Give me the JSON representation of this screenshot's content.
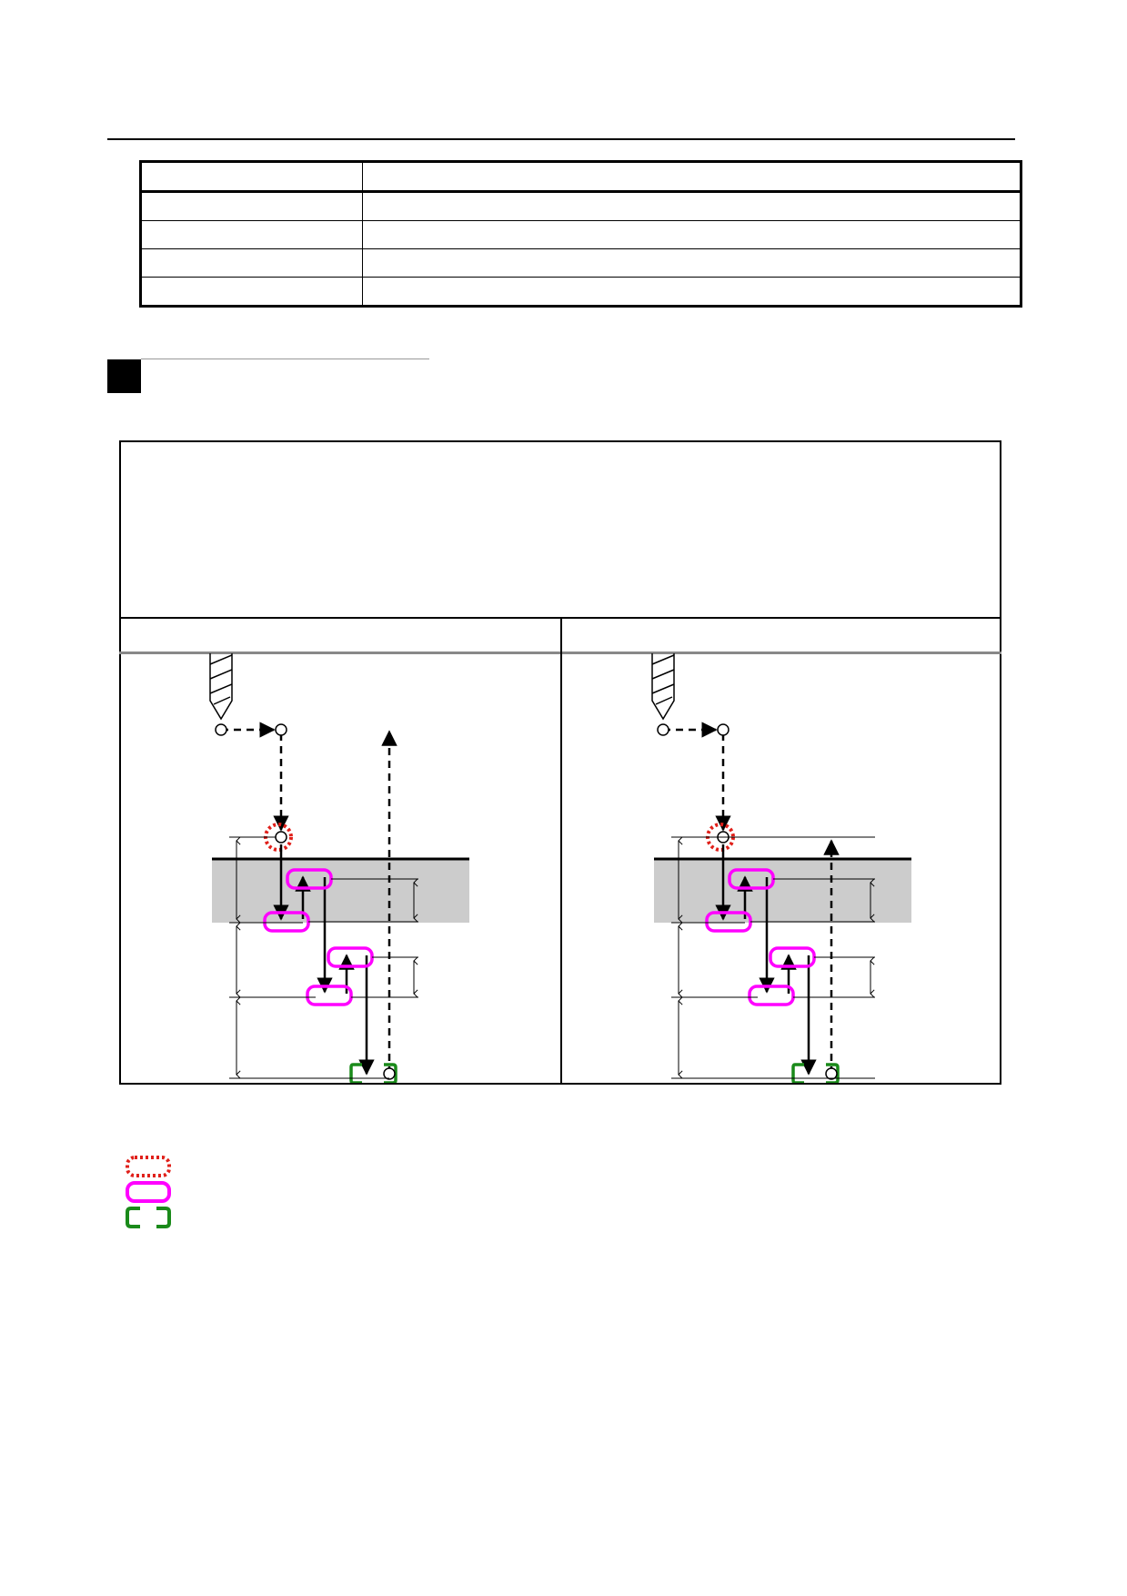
{
  "params_table": {
    "header": [
      "",
      ""
    ],
    "rows": [
      [
        "",
        ""
      ],
      [
        "",
        ""
      ],
      [
        "",
        ""
      ],
      [
        "",
        ""
      ]
    ]
  },
  "section": {
    "title": ""
  },
  "frame": {
    "description": "",
    "left_label": "",
    "right_label": ""
  },
  "legend": {
    "items": [
      {
        "icon": "dotted-red-rounded-rect",
        "color": "#e0201a",
        "text": ""
      },
      {
        "icon": "solid-magenta-rounded-rect",
        "color": "#ff00ff",
        "text": ""
      },
      {
        "icon": "dashed-green-bracket",
        "color": "#1a8a1a",
        "text": ""
      }
    ]
  },
  "colors": {
    "workpiece": "#cccccc",
    "marker_red": "#e0201a",
    "marker_magenta": "#ff00ff",
    "marker_green": "#1a8a1a"
  }
}
